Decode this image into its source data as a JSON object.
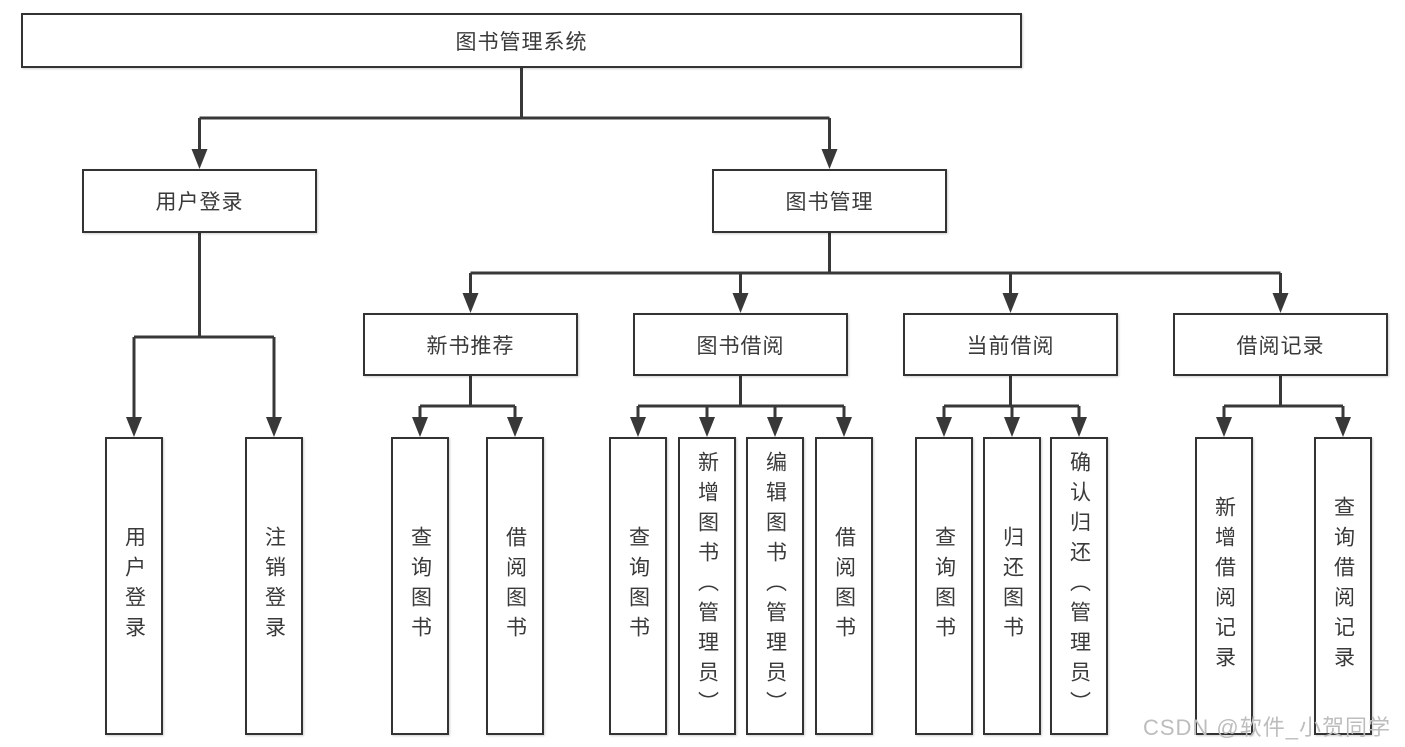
{
  "diagram": {
    "tree": {
      "label": "图书管理系统",
      "children": [
        {
          "label": "用户登录",
          "children": [
            {
              "label": "用户登录"
            },
            {
              "label": "注销登录"
            }
          ]
        },
        {
          "label": "图书管理",
          "children": [
            {
              "label": "新书推荐",
              "children": [
                {
                  "label": "查询图书"
                },
                {
                  "label": "借阅图书"
                }
              ]
            },
            {
              "label": "图书借阅",
              "children": [
                {
                  "label": "查询图书"
                },
                {
                  "label": "新增图书（管理员）"
                },
                {
                  "label": "编辑图书（管理员）"
                },
                {
                  "label": "借阅图书"
                }
              ]
            },
            {
              "label": "当前借阅",
              "children": [
                {
                  "label": "查询图书"
                },
                {
                  "label": "归还图书"
                },
                {
                  "label": "确认归还（管理员）"
                }
              ]
            },
            {
              "label": "借阅记录",
              "children": [
                {
                  "label": "新增借阅记录"
                },
                {
                  "label": "查询借阅记录"
                }
              ]
            }
          ]
        }
      ]
    },
    "watermark": "CSDN @软件_小贺同学",
    "colors": {
      "line": "#383838",
      "box_border": "#333333",
      "box_background": "#ffffff",
      "text": "#3a3a3a",
      "watermark": "#bdbdbd",
      "background": "#ffffff"
    }
  }
}
